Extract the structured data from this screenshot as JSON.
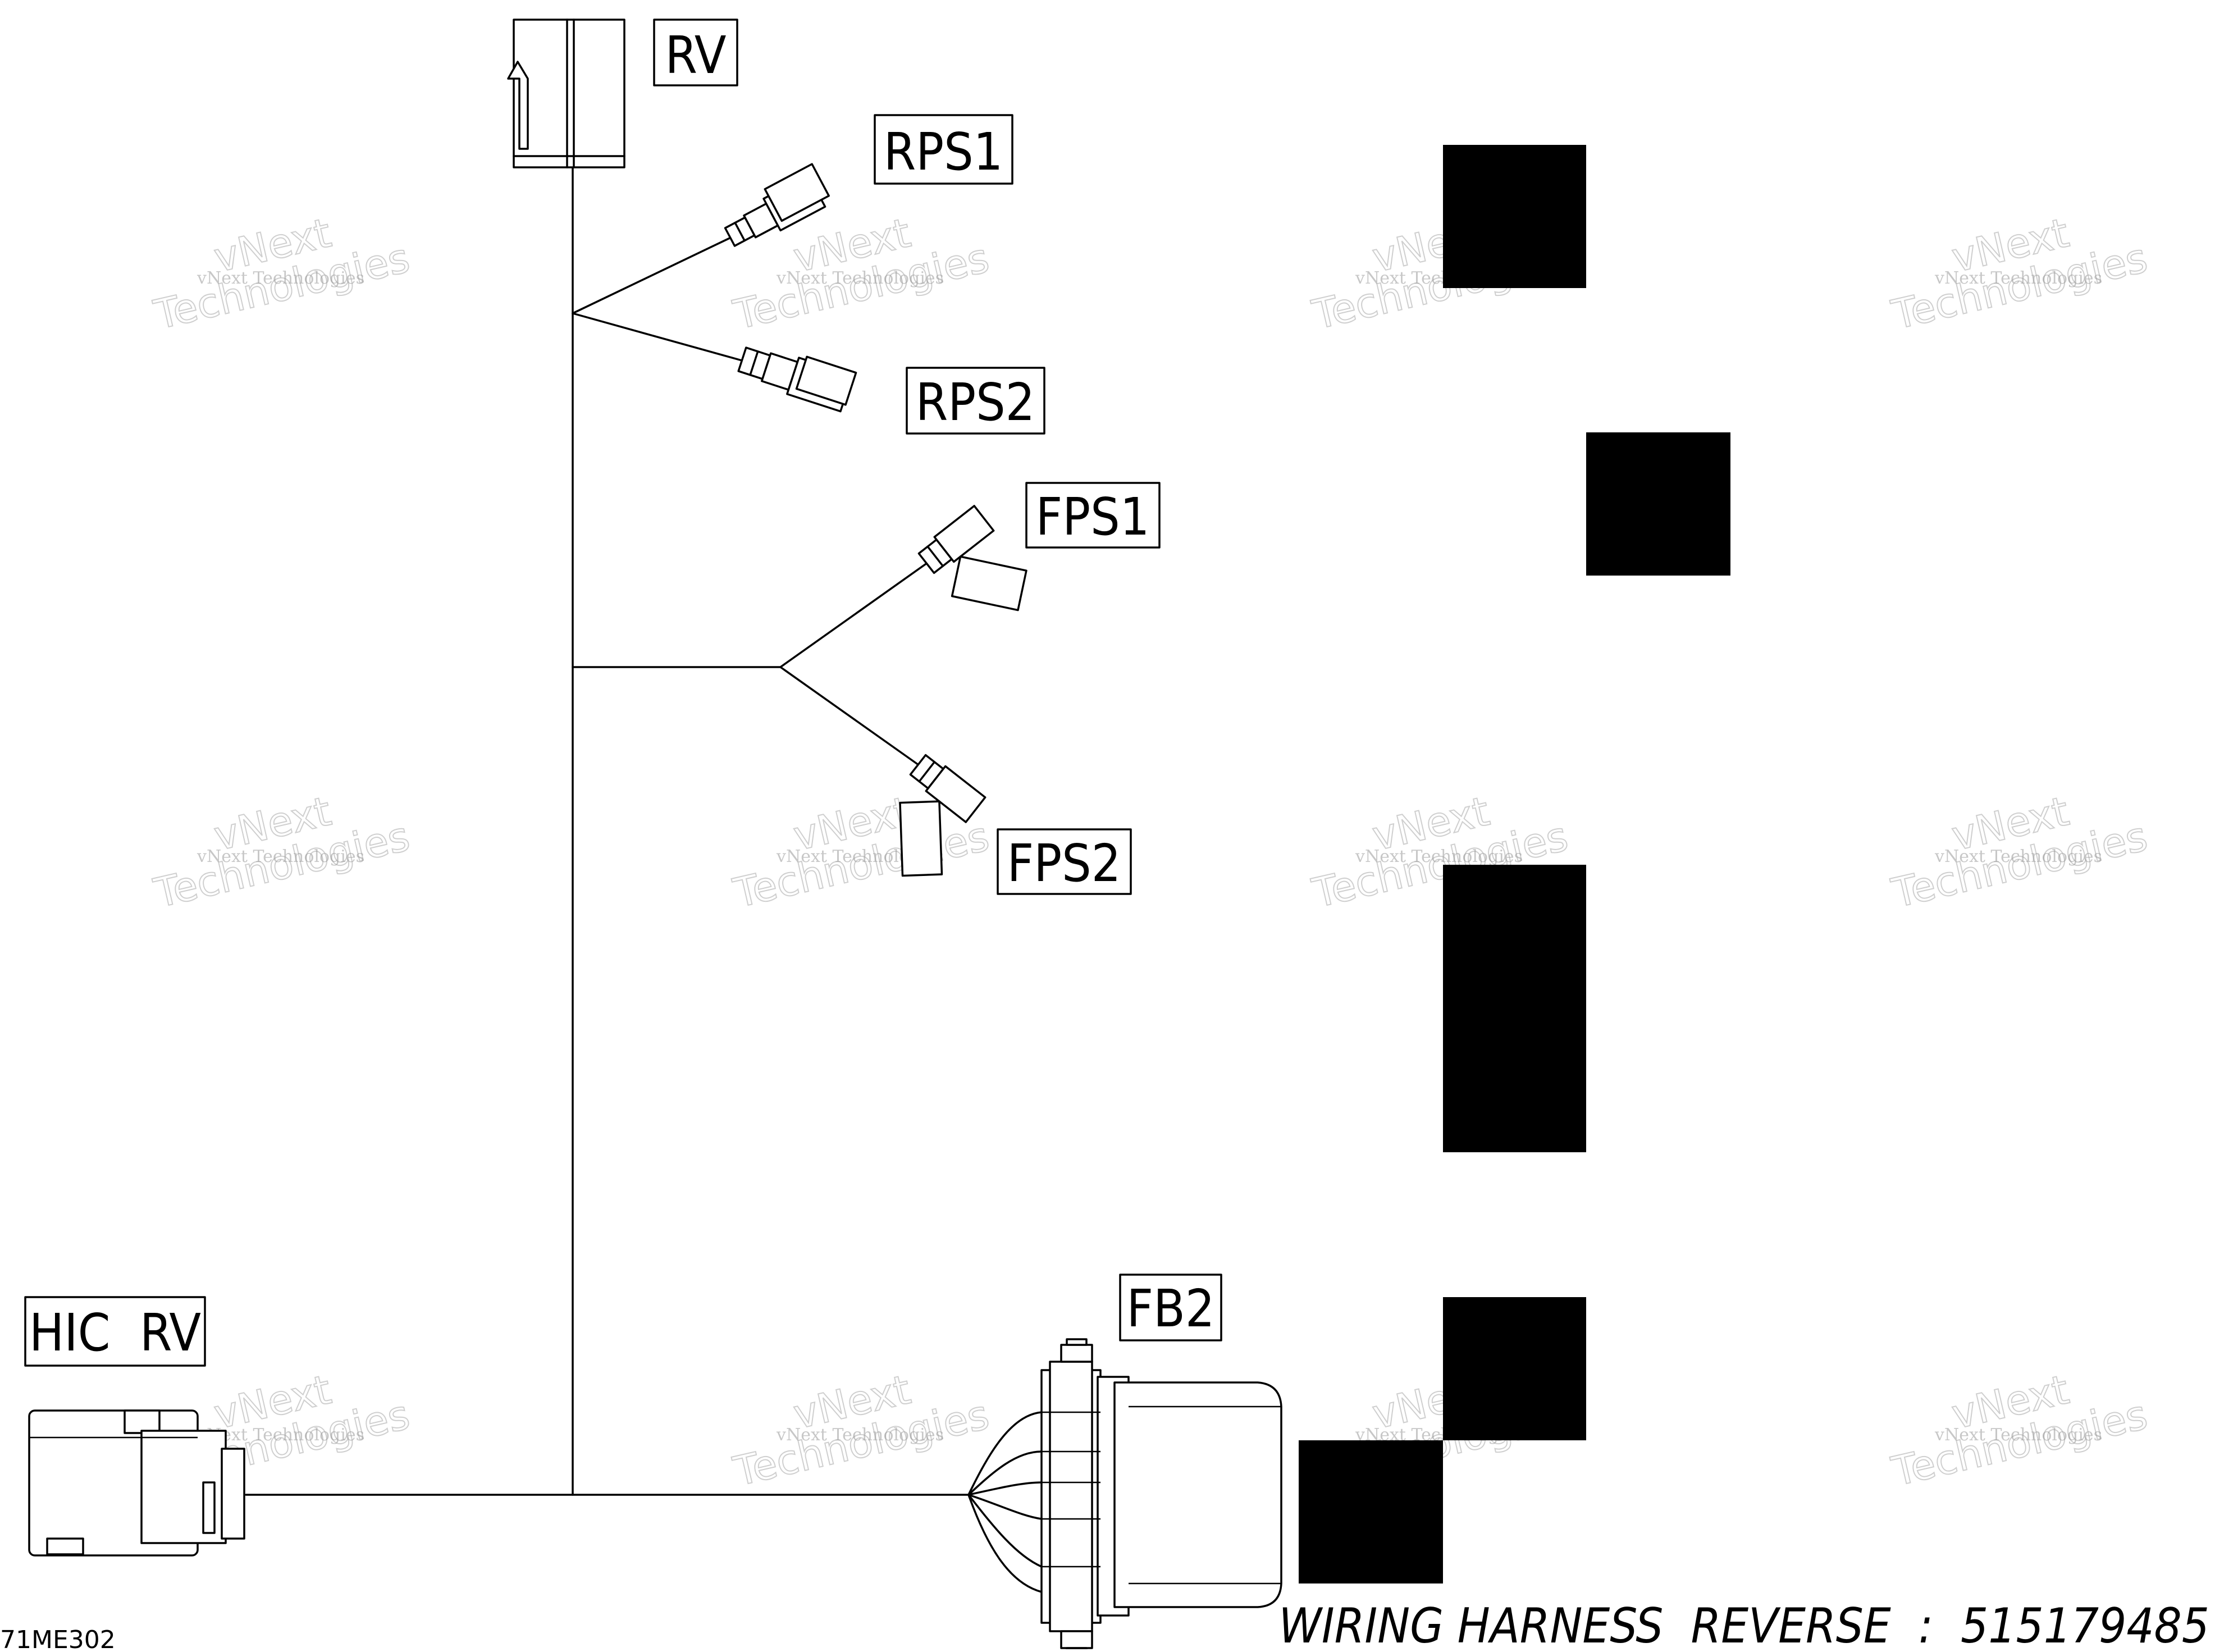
{
  "watermark": {
    "small_text": "vNext Technologies",
    "large_line1": "vNext",
    "large_line2": "Technologies"
  },
  "labels": {
    "rv": "RV",
    "rps1": "RPS1",
    "rps2": "RPS2",
    "fps1": "FPS1",
    "fps2": "FPS2",
    "fb2": "FB2",
    "hic_rv": "HIC  RV"
  },
  "footer": {
    "drawing_code": "71ME302",
    "title": "WIRING HARNESS  REVERSE  :  515179485"
  },
  "colors": {
    "line": "#000000",
    "background": "#ffffff",
    "redaction": "#000000",
    "watermark": "#9a9a9a"
  }
}
